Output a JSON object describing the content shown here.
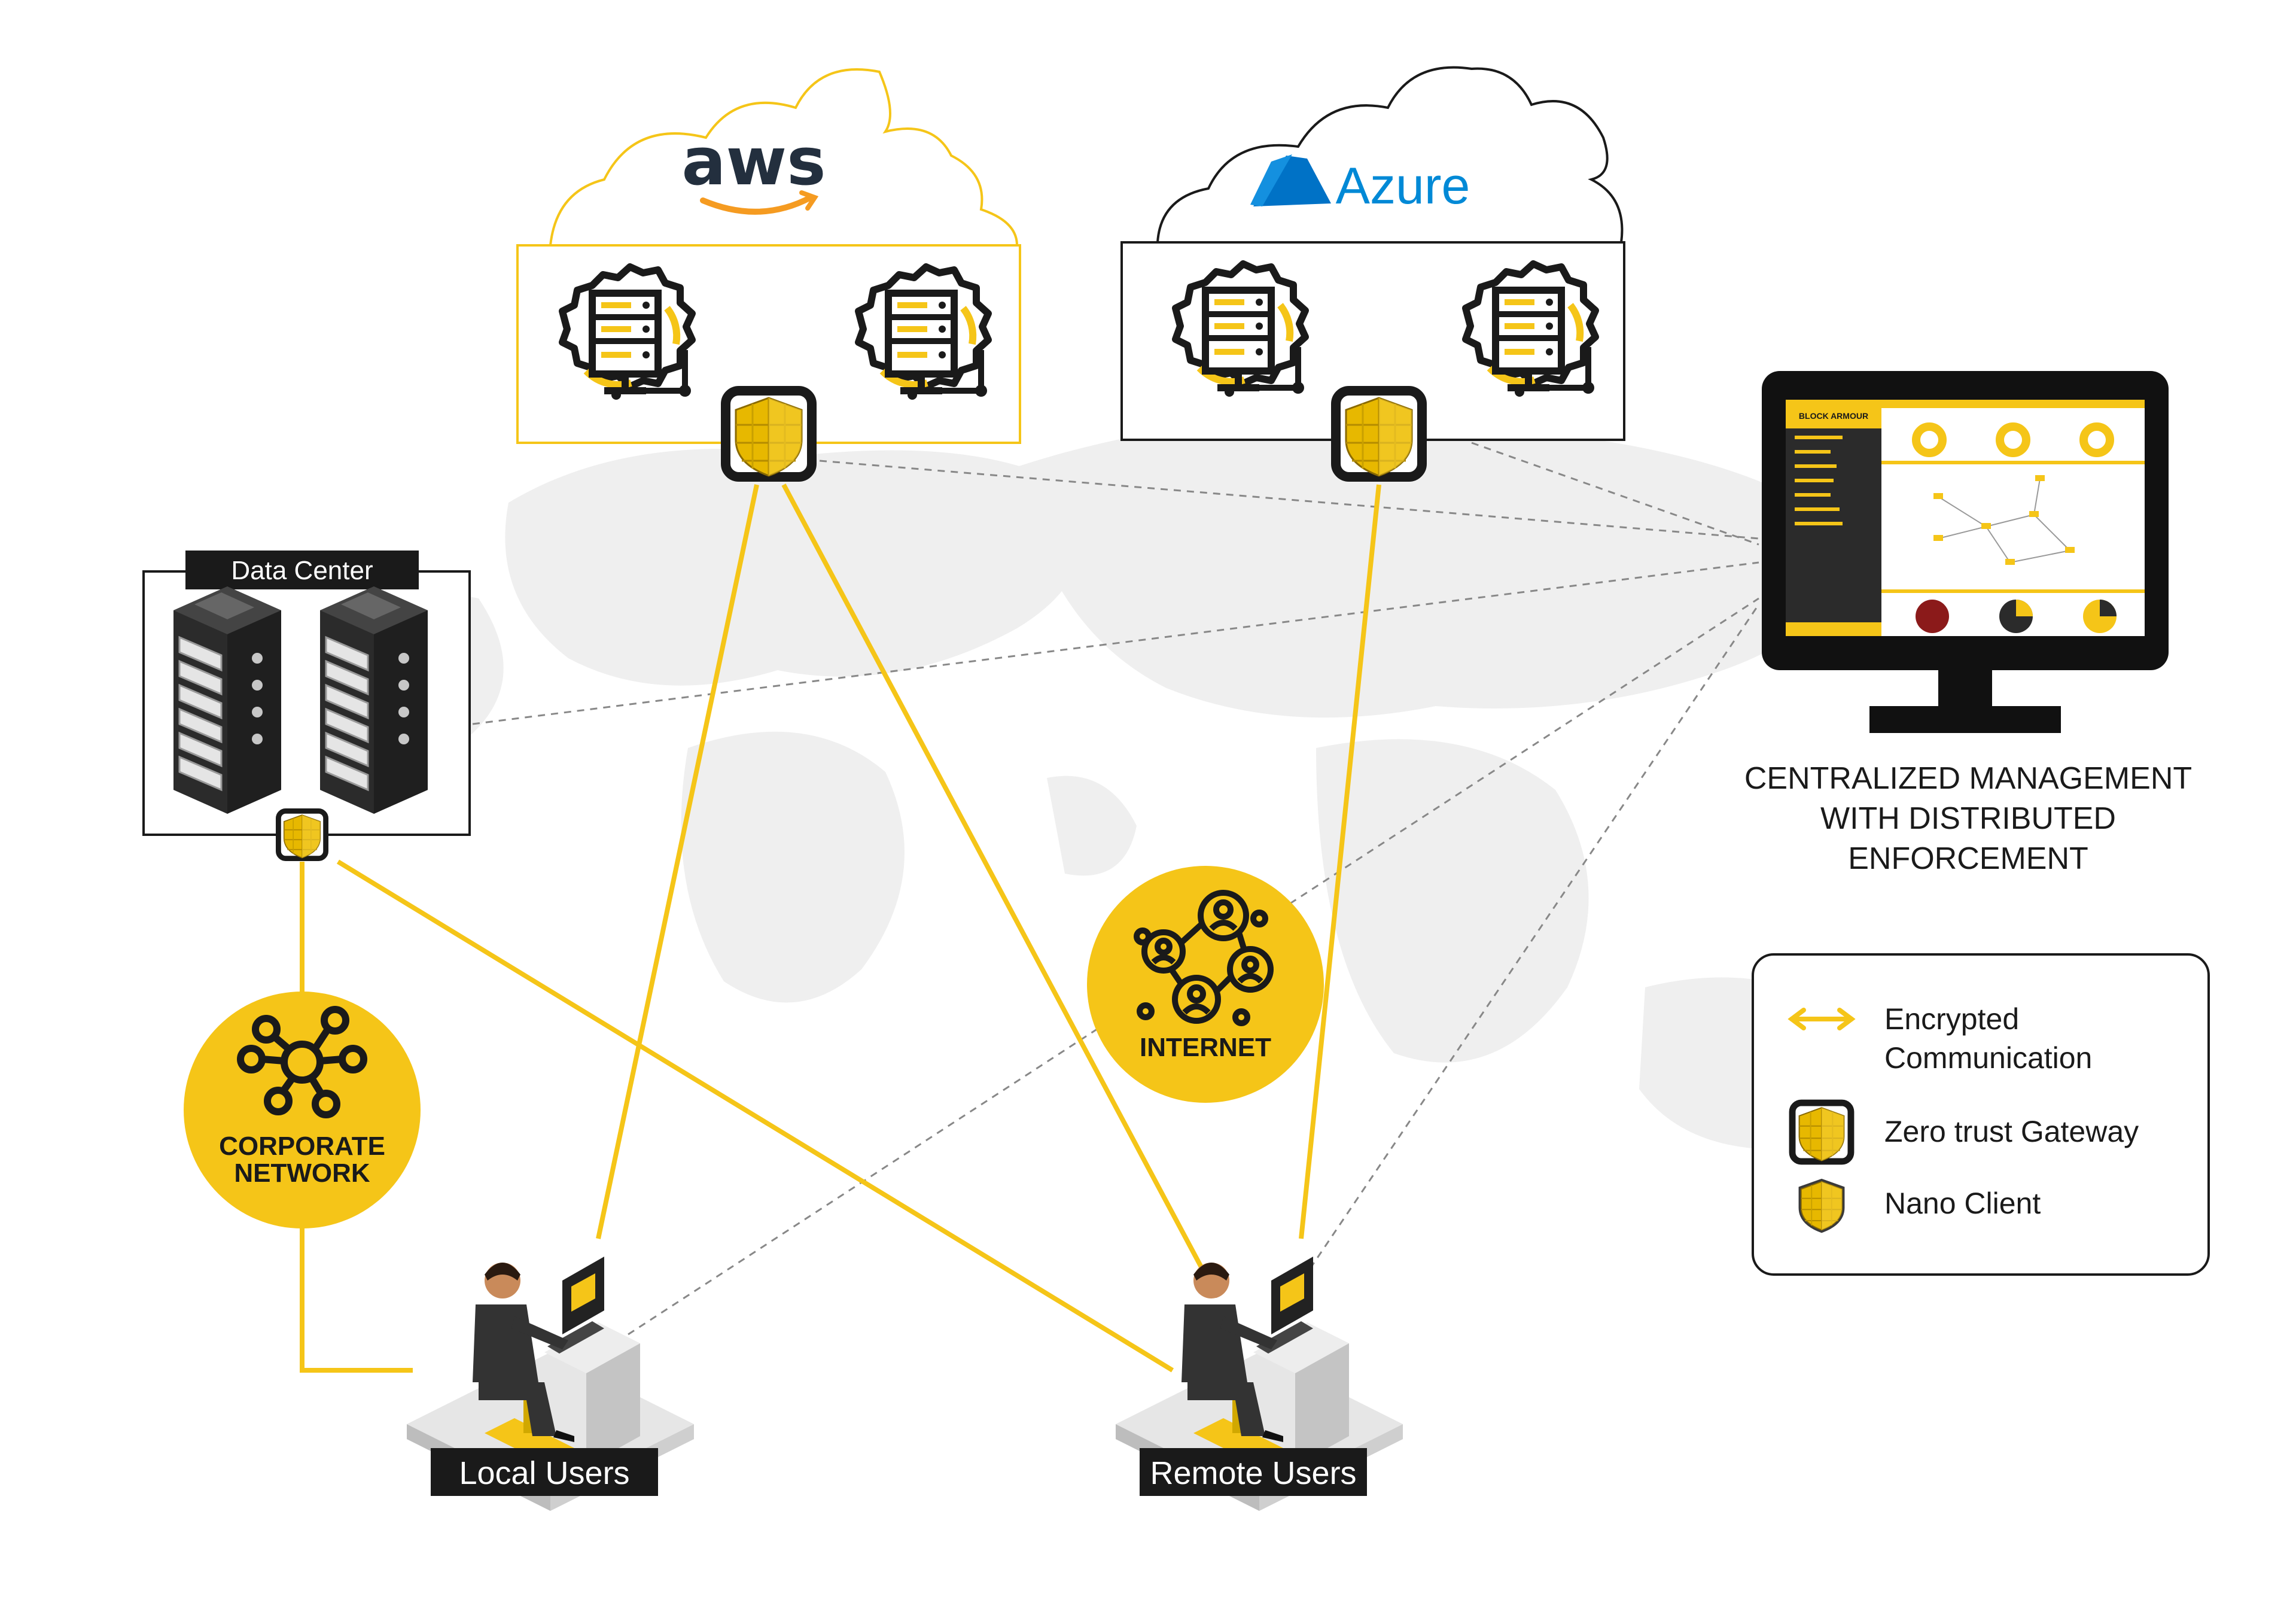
{
  "clouds": {
    "aws": {
      "label": "aws"
    },
    "azure": {
      "label": "Azure"
    }
  },
  "data_center": {
    "label": "Data Center"
  },
  "corporate_network": {
    "line1": "CORPORATE",
    "line2": "NETWORK"
  },
  "internet": {
    "label": "INTERNET"
  },
  "users": {
    "local": {
      "label": "Local Users"
    },
    "remote": {
      "label": "Remote Users"
    }
  },
  "management": {
    "line1": "CENTRALIZED MANAGEMENT",
    "line2": "WITH DISTRIBUTED",
    "line3": "ENFORCEMENT",
    "screen_brand": "BLOCK ARMOUR"
  },
  "legend": {
    "encrypted_line1": "Encrypted",
    "encrypted_line2": "Communication",
    "gateway": "Zero trust Gateway",
    "nano_client": "Nano Client"
  },
  "colors": {
    "accent": "#F5C518",
    "aws_orange": "#F59B21",
    "azure_blue": "#0089D6",
    "dark": "#1a1a1a",
    "map_gray": "#efefef"
  },
  "icons": {
    "gateway": "shield-cube-icon",
    "server": "server-gear-icon",
    "network": "network-nodes-icon",
    "internet": "people-network-icon"
  }
}
